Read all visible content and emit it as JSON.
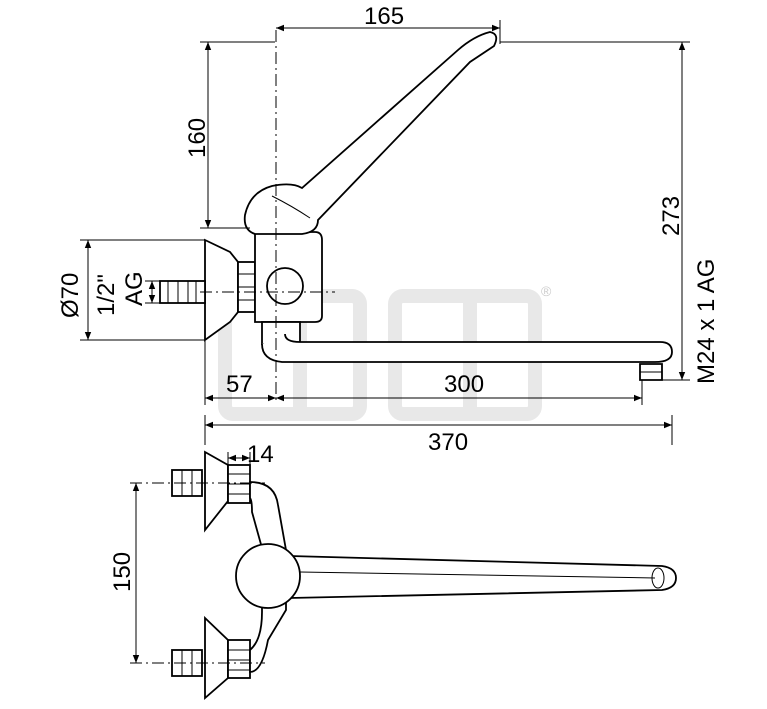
{
  "drawing": {
    "dimensions": {
      "top_width": "165",
      "lever_height": "160",
      "total_height": "273",
      "outlet_thread": "M24 x 1 AG",
      "flange_diameter": "Ø70",
      "connection_thread_line1": "1/2\"",
      "connection_thread_line2": "AG",
      "wall_offset": "57",
      "spout_reach": "300",
      "total_length": "370",
      "nut_width": "14",
      "center_distance": "150"
    },
    "watermark": {
      "registered_mark": "®"
    }
  }
}
